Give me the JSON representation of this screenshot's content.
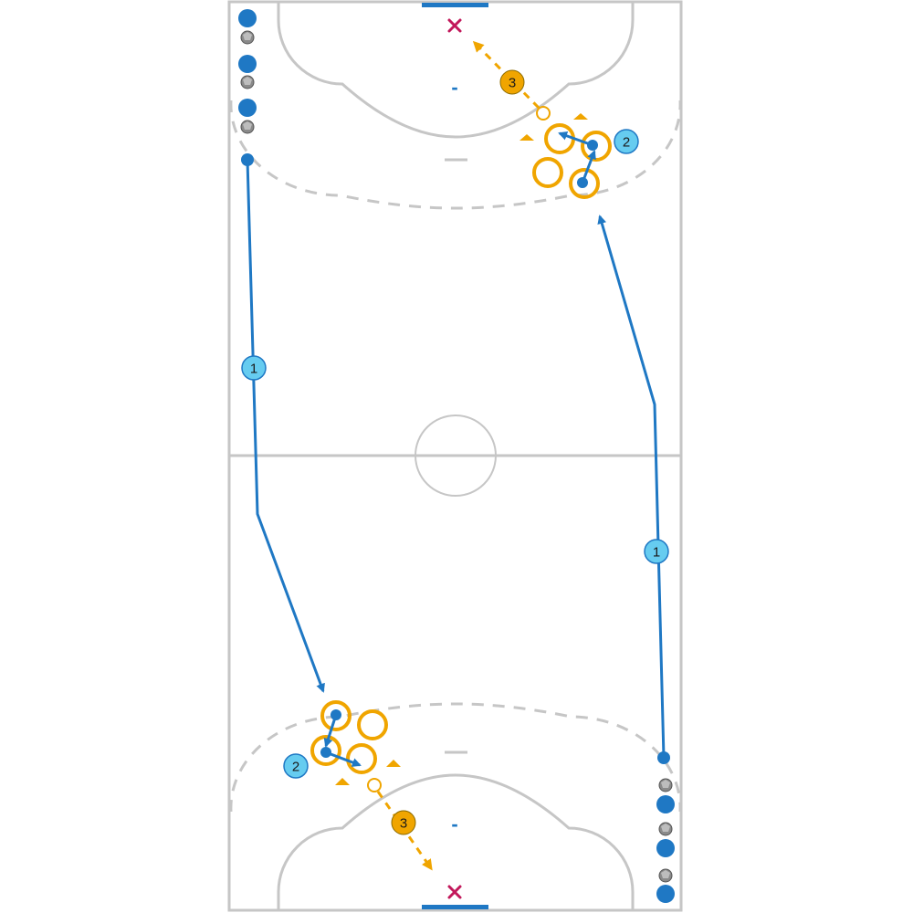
{
  "colors": {
    "court_line": "#c6c6c6",
    "goal": "#1f78c4",
    "target_x": "#c2185b",
    "player": "#1f78c4",
    "defender": "#f0a500",
    "run_badge": "#66ccf0",
    "shot_badge": "#f0a500",
    "ball": "#7a7a7a"
  },
  "labels": {
    "run_top": "1",
    "run_bottom": "1",
    "pass_top": "2",
    "pass_bottom": "2",
    "shot_top": "3",
    "shot_bottom": "3",
    "mark_top": "-",
    "mark_bottom": "-"
  },
  "icons": {
    "target": "cross-icon",
    "ball": "handball-icon",
    "cone": "cone-icon"
  }
}
